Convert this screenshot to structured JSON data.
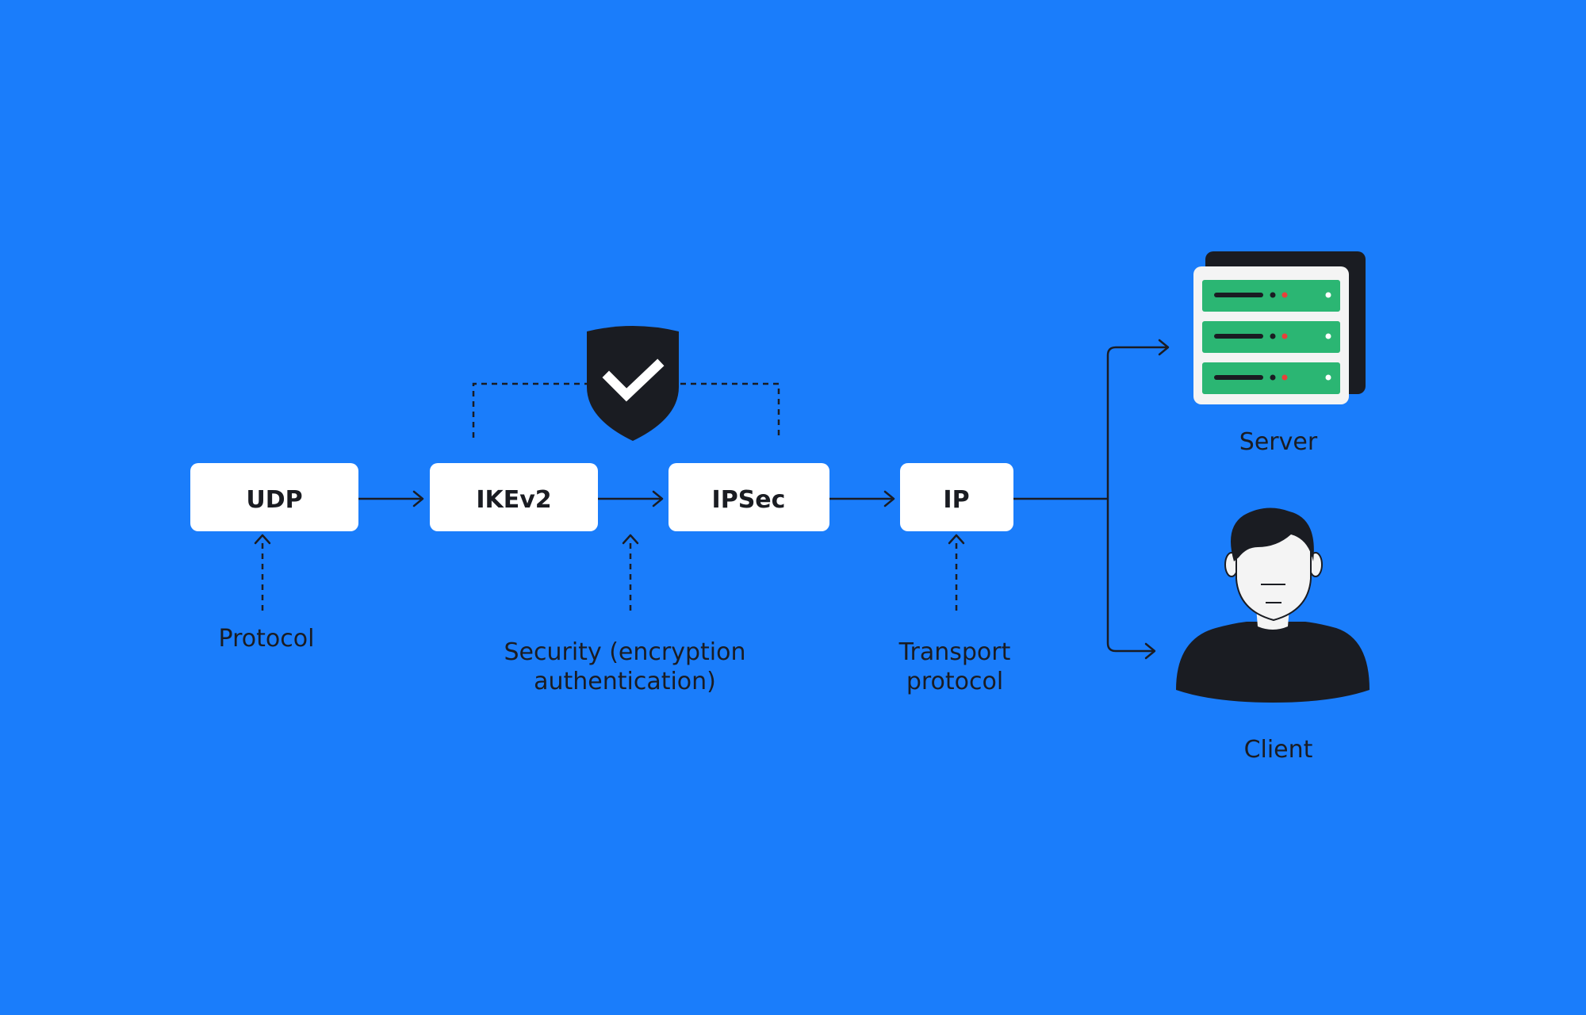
{
  "nodes": {
    "udp": "UDP",
    "ikev2": "IKEv2",
    "ipsec": "IPSec",
    "ip": "IP"
  },
  "annotations": {
    "protocol": "Protocol",
    "security_line1": "Security (encryption",
    "security_line2": "authentication)",
    "transport_line1": "Transport",
    "transport_line2": "protocol"
  },
  "endpoints": {
    "server": "Server",
    "client": "Client"
  },
  "icons": {
    "shield": "shield-check-icon",
    "server": "server-rack-icon",
    "client": "user-avatar-icon"
  },
  "colors": {
    "background": "#1a7dfb",
    "box": "#ffffff",
    "ink": "#1a1c22",
    "server_panel": "#2bb673",
    "server_led": "#e8403a"
  }
}
